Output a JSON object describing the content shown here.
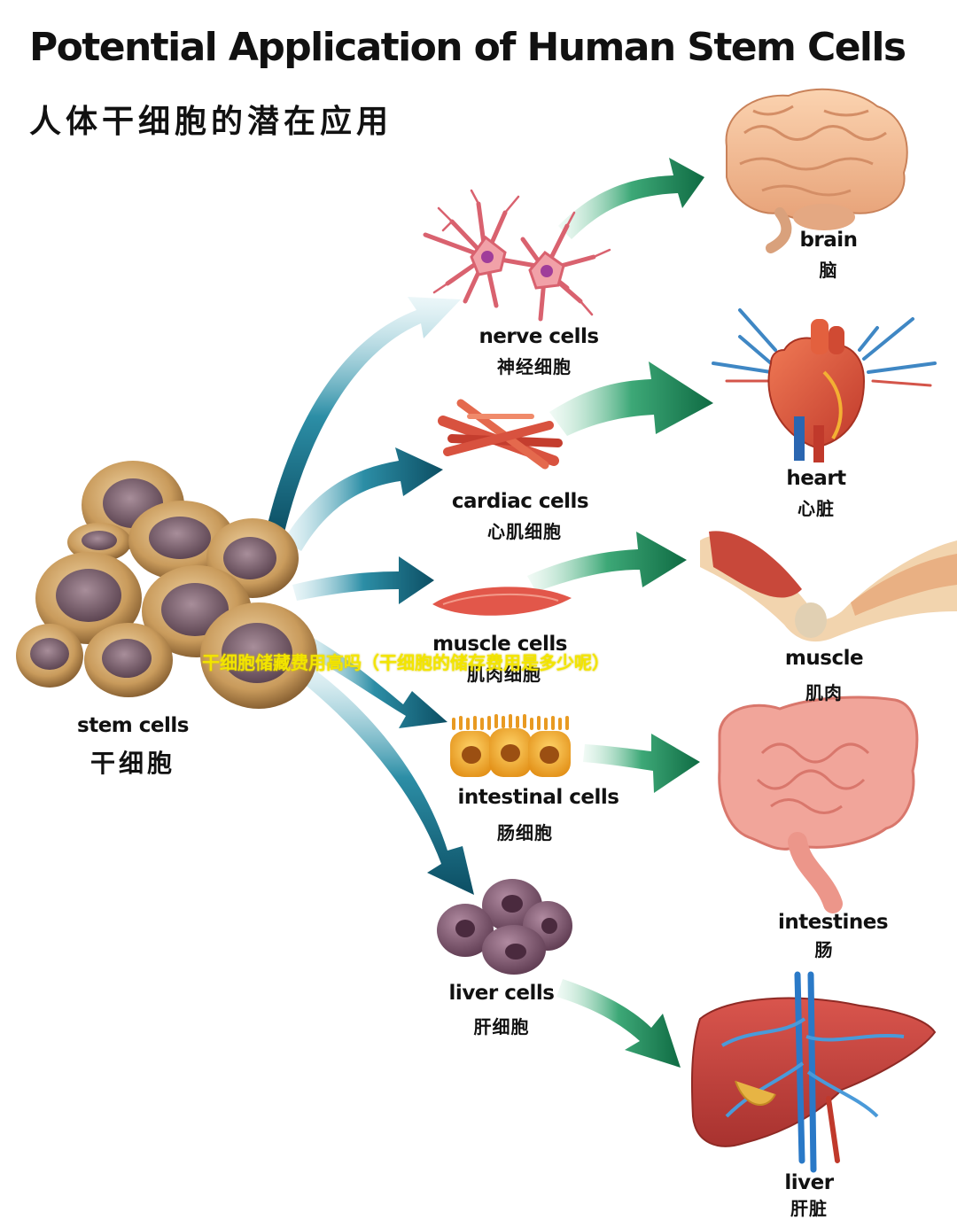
{
  "title_en": "Potential Application of Human Stem Cells",
  "title_zh": "人体干细胞的潜在应用",
  "overlay_caption": "干细胞储藏费用高吗（干细胞的储存费用是多少呢）",
  "source": {
    "en": "stem cells",
    "zh": "干细胞"
  },
  "cells": [
    {
      "en": "nerve cells",
      "zh": "神经细胞"
    },
    {
      "en": "cardiac cells",
      "zh": "心肌细胞"
    },
    {
      "en": "muscle cells",
      "zh": "肌肉细胞"
    },
    {
      "en": "intestinal cells",
      "zh": "肠细胞"
    },
    {
      "en": "liver cells",
      "zh": "肝细胞"
    }
  ],
  "organs": [
    {
      "en": "brain",
      "zh": "脑"
    },
    {
      "en": "heart",
      "zh": "心脏"
    },
    {
      "en": "muscle",
      "zh": "肌肉"
    },
    {
      "en": "intestines",
      "zh": "肠"
    },
    {
      "en": "liver",
      "zh": "肝脏"
    }
  ],
  "colors": {
    "arrow_teal": "#0f5e73",
    "arrow_green": "#1e7f55",
    "overlay_text": "#f3e500"
  }
}
